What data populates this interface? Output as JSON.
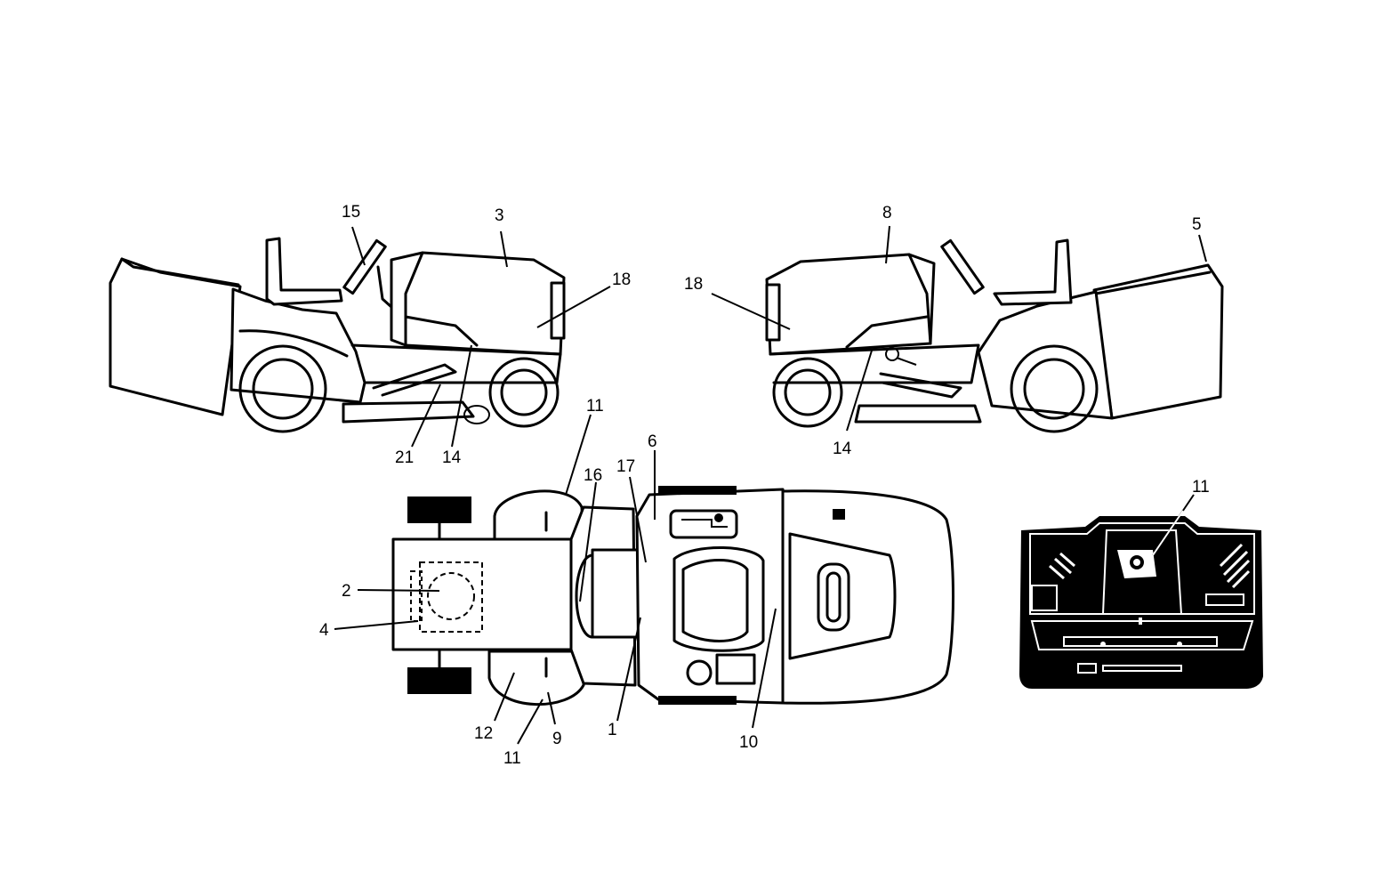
{
  "diagram": {
    "callouts": {
      "left_15": "15",
      "left_3": "3",
      "left_18": "18",
      "left_21": "21",
      "left_14": "14",
      "right_8": "8",
      "right_5": "5",
      "right_18": "18",
      "right_14": "14",
      "top_11a": "11",
      "top_16": "16",
      "top_17": "17",
      "top_6": "6",
      "top_2": "2",
      "top_4": "4",
      "top_12": "12",
      "top_11b": "11",
      "top_9": "9",
      "top_1": "1",
      "top_10": "10",
      "panel_11": "11"
    }
  }
}
